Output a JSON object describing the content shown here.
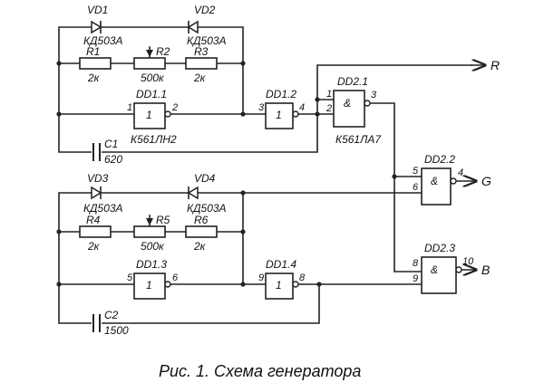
{
  "top_branch": {
    "vd1": {
      "name": "VD1",
      "type": "КД503А"
    },
    "vd2": {
      "name": "VD2",
      "type": "КД503А"
    },
    "r1": {
      "name": "R1",
      "value": "2к"
    },
    "r2": {
      "name": "R2",
      "value": "500к"
    },
    "r3": {
      "name": "R3",
      "value": "2к"
    },
    "c1": {
      "name": "C1",
      "value": "620"
    },
    "dd1_1": {
      "name": "DD1.1",
      "symbol": "1",
      "pin_in": "1",
      "pin_out": "2",
      "chip": "К561ЛН2"
    },
    "dd1_2": {
      "name": "DD1.2",
      "symbol": "1",
      "pin_in": "3",
      "pin_out": "4"
    },
    "dd2_1": {
      "name": "DD2.1",
      "symbol": "&",
      "pin_in1": "1",
      "pin_in2": "2",
      "pin_out": "3",
      "chip": "К561ЛА7"
    }
  },
  "bottom_branch": {
    "vd3": {
      "name": "VD3",
      "type": "КД503А"
    },
    "vd4": {
      "name": "VD4",
      "type": "КД503А"
    },
    "r4": {
      "name": "R4",
      "value": "2к"
    },
    "r5": {
      "name": "R5",
      "value": "500к"
    },
    "r6": {
      "name": "R6",
      "value": "2к"
    },
    "c2": {
      "name": "C2",
      "value": "1500"
    },
    "dd1_3": {
      "name": "DD1.3",
      "symbol": "1",
      "pin_in": "5",
      "pin_out": "6"
    },
    "dd1_4": {
      "name": "DD1.4",
      "symbol": "1",
      "pin_in": "9",
      "pin_out": "8"
    }
  },
  "output_gates": {
    "dd2_2": {
      "name": "DD2.2",
      "symbol": "&",
      "pin_in1": "5",
      "pin_in2": "6",
      "pin_out": "4"
    },
    "dd2_3": {
      "name": "DD2.3",
      "symbol": "&",
      "pin_in1": "8",
      "pin_in2": "9",
      "pin_out": "10"
    }
  },
  "outputs": {
    "r": "R",
    "g": "G",
    "b": "B"
  },
  "caption": "Рис. 1. Схема генератора"
}
